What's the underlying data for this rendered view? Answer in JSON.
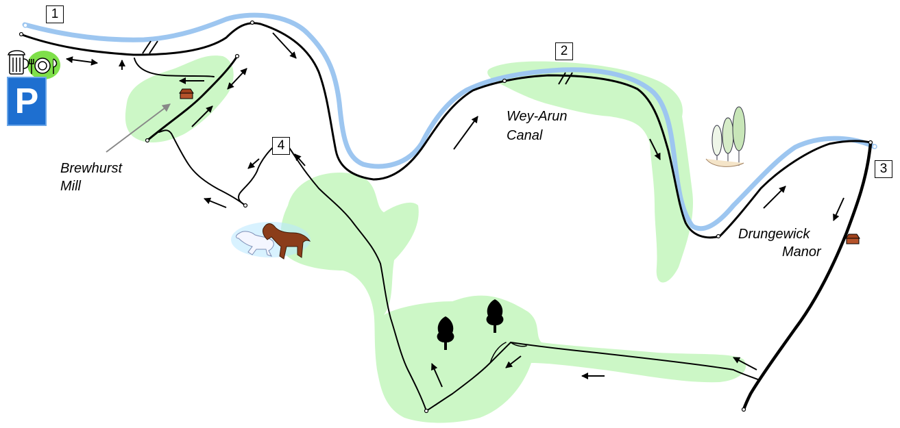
{
  "map": {
    "place_labels": {
      "brewhurst_mill": [
        "Brewhurst",
        "Mill"
      ],
      "wey_arun_canal": [
        "Wey-Arun",
        "Canal"
      ],
      "drungewick_manor": [
        "Drungewick",
        "Manor"
      ]
    },
    "markers": [
      "1",
      "2",
      "3",
      "4"
    ],
    "parking_label": "P",
    "icons": [
      "beer-mug-icon",
      "plate-cutlery-icon",
      "parking-icon",
      "building-icon",
      "horses-icon",
      "tree-icon",
      "poplar-trees-icon",
      "bridge-icon",
      "direction-arrow-icon"
    ],
    "colors": {
      "canal": "#9dc6f0",
      "woodland": "#ccf7c6",
      "path": "#000000",
      "parking": "#1e6fd0",
      "building": "#a0411c",
      "pub_badge": "#7fe04a"
    }
  }
}
